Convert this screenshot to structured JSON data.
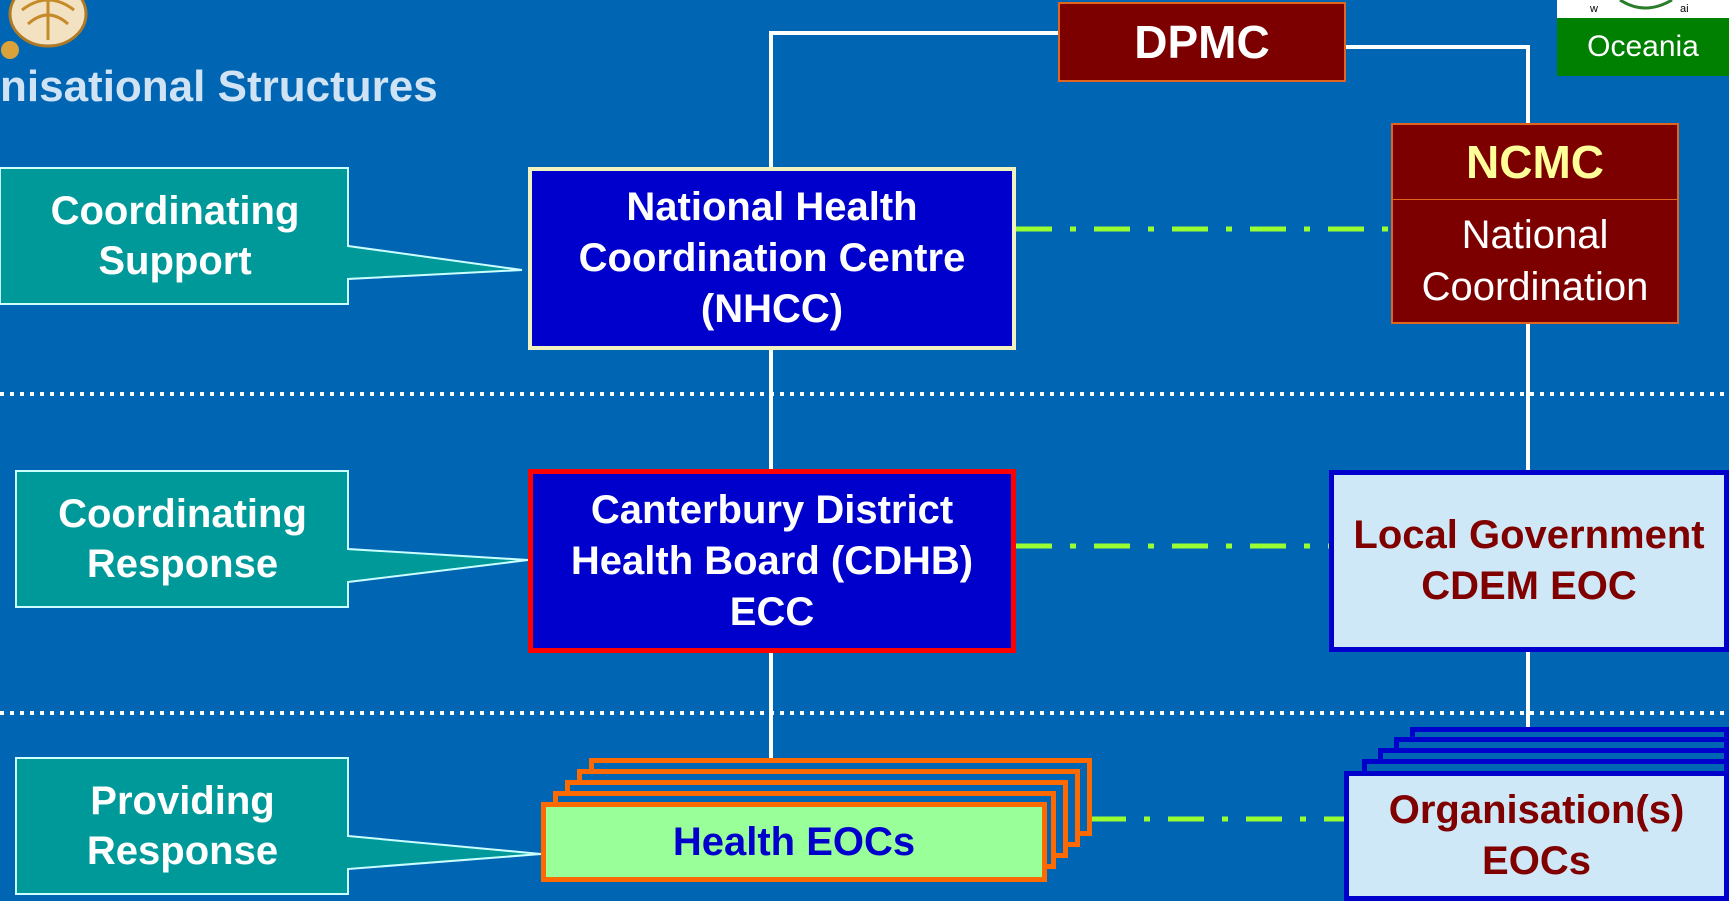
{
  "page": {
    "title": "nisational Structures"
  },
  "badge": {
    "oceania": "Oceania"
  },
  "callouts": {
    "coordinating_support": "Coordinating Support",
    "coordinating_response": "Coordinating Response",
    "providing_response": "Providing Response"
  },
  "nodes": {
    "dpmc": "DPMC",
    "ncmc_title": "NCMC",
    "ncmc_subtitle": "National Coordination",
    "nhcc": "National Health Coordination Centre (NHCC)",
    "cdhb": "Canterbury District Health Board (CDHB) ECC",
    "local_government": "Local Government CDEM EOC",
    "health_eocs": "Health EOCs",
    "organisation_eocs": "Organisation(s) EOCs"
  },
  "colors": {
    "background": "#0066b3",
    "dark_red": "#7d0000",
    "orange_border": "#e0651f",
    "blue_box": "#0000cc",
    "teal_callout": "#009999",
    "light_green": "#99ff99",
    "light_blue": "#cfe8f7",
    "dash_line": "#99ff33"
  }
}
